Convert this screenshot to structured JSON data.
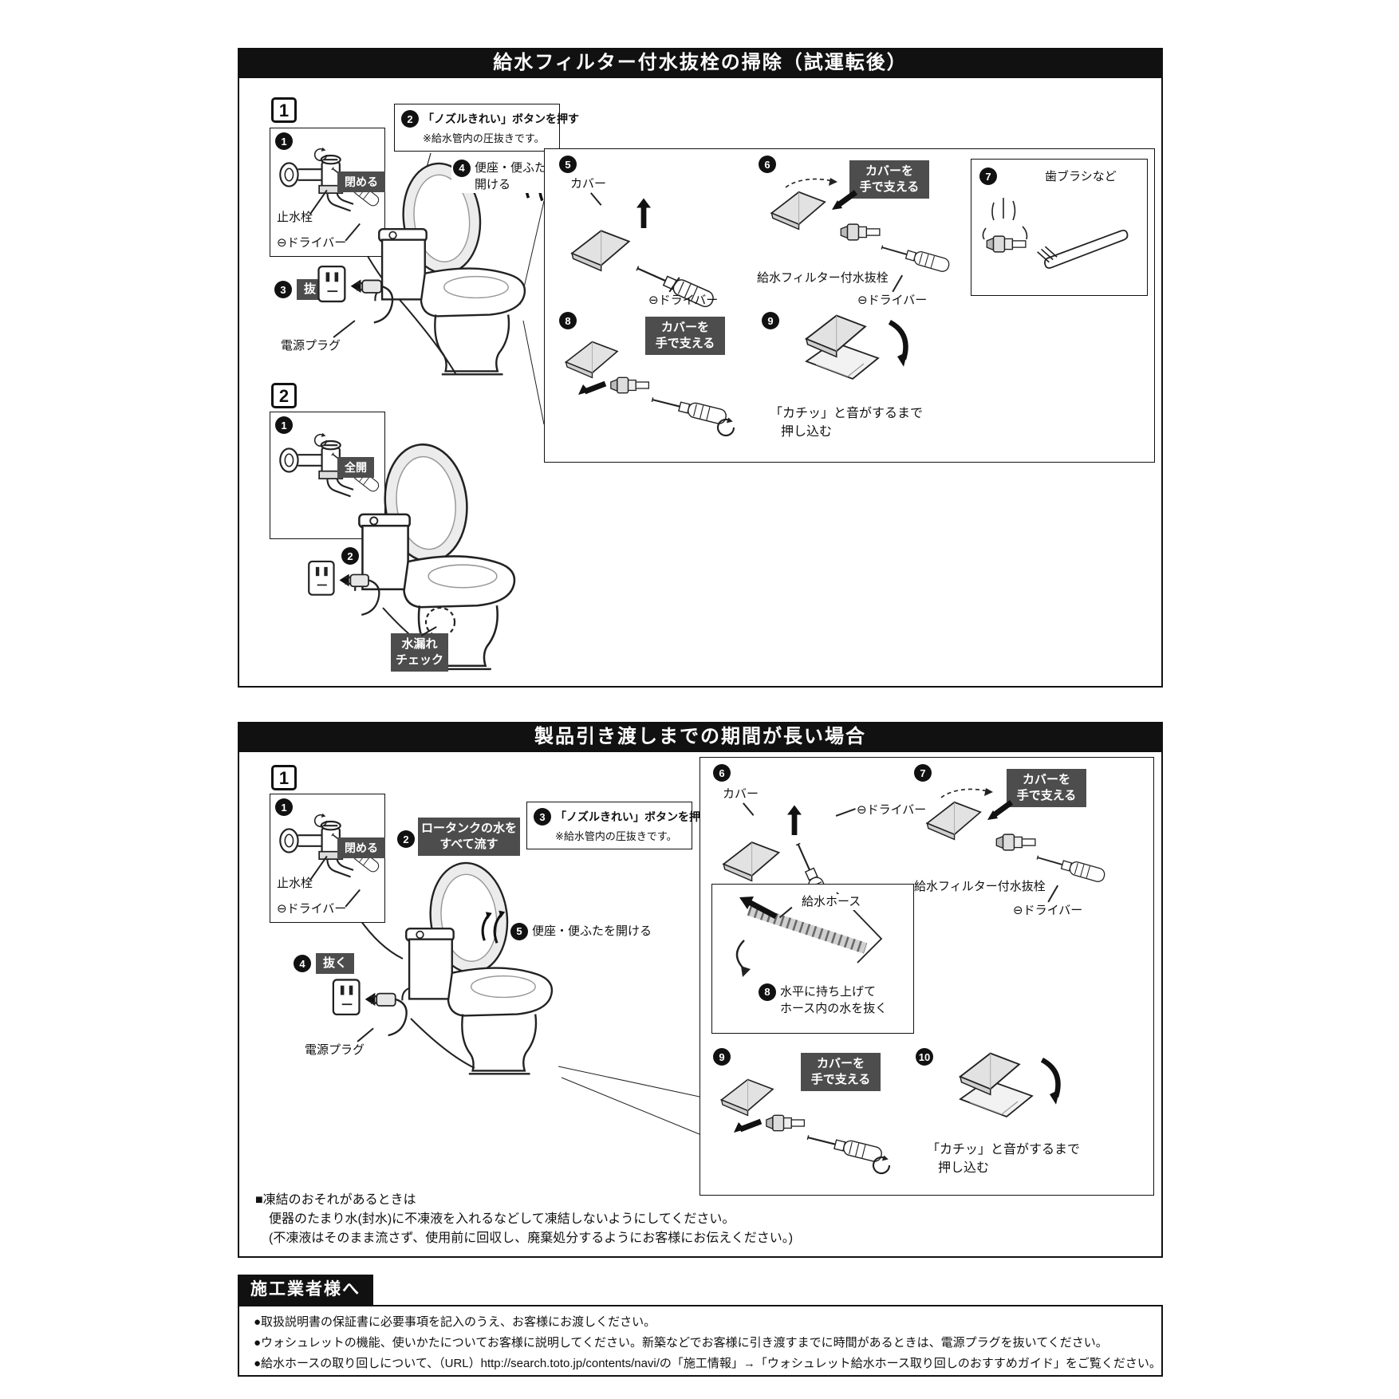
{
  "common": {
    "n1": "1",
    "n2": "2",
    "n3": "3",
    "n4": "4",
    "n5": "5",
    "n6": "6",
    "n7": "7",
    "n8": "8",
    "n9": "9",
    "n10": "10",
    "close_badge": "閉める",
    "pull_badge": "抜く",
    "stop_valve": "止水栓",
    "driver": "⊖ドライバー",
    "power_plug": "電源プラグ",
    "cover": "カバー",
    "support_l1": "カバーを",
    "support_l2": "手で支える",
    "filter": "給水フィルター付水抜栓",
    "nozzle_l1": "「ノズルきれい」ボタンを押す",
    "nozzle_l2": "※給水管内の圧抜きです。",
    "click_l1": "「カチッ」と音がするまで",
    "click_l2": "押し込む"
  },
  "section1": {
    "title": "給水フィルター付水抜栓の掃除（試運転後）",
    "step1_marker": "1",
    "step2_marker": "2",
    "seat_open_l1": "便座・便ふたを",
    "seat_open_l2": "開ける",
    "full_open_badge": "全開",
    "leak_l1": "水漏れ",
    "leak_l2": "チェック",
    "toothbrush": "歯ブラシなど"
  },
  "section2": {
    "title": "製品引き渡しまでの期間が長い場合",
    "step1_marker": "1",
    "tank_l1": "ロータンクの水を",
    "tank_l2": "すべて流す",
    "seat_open": "便座・便ふたを開ける",
    "hose_label": "給水ホース",
    "hose_l1": "水平に持ち上げて",
    "hose_l2": "ホース内の水を抜く",
    "freeze_title": "■凍結のおそれがあるときは",
    "freeze_l1": "便器のたまり水(封水)に不凍液を入れるなどして凍結しないようにしてください。",
    "freeze_l2": "(不凍液はそのまま流さず、使用前に回収し、廃棄処分するようにお客様にお伝えください。)"
  },
  "contractor": {
    "title": "施工業者様へ",
    "bullets": [
      "●取扱説明書の保証書に必要事項を記入のうえ、お客様にお渡しください。",
      "●ウォシュレットの機能、使いかたについてお客様に説明してください。新築などでお客様に引き渡すまでに時間があるときは、電源プラグを抜いてください。",
      "●給水ホースの取り回しについて、（URL）http://search.toto.jp/contents/navi/の「施工情報」→「ウォシュレット給水ホース取り回しのおすすめガイド」をご覧ください。"
    ]
  }
}
